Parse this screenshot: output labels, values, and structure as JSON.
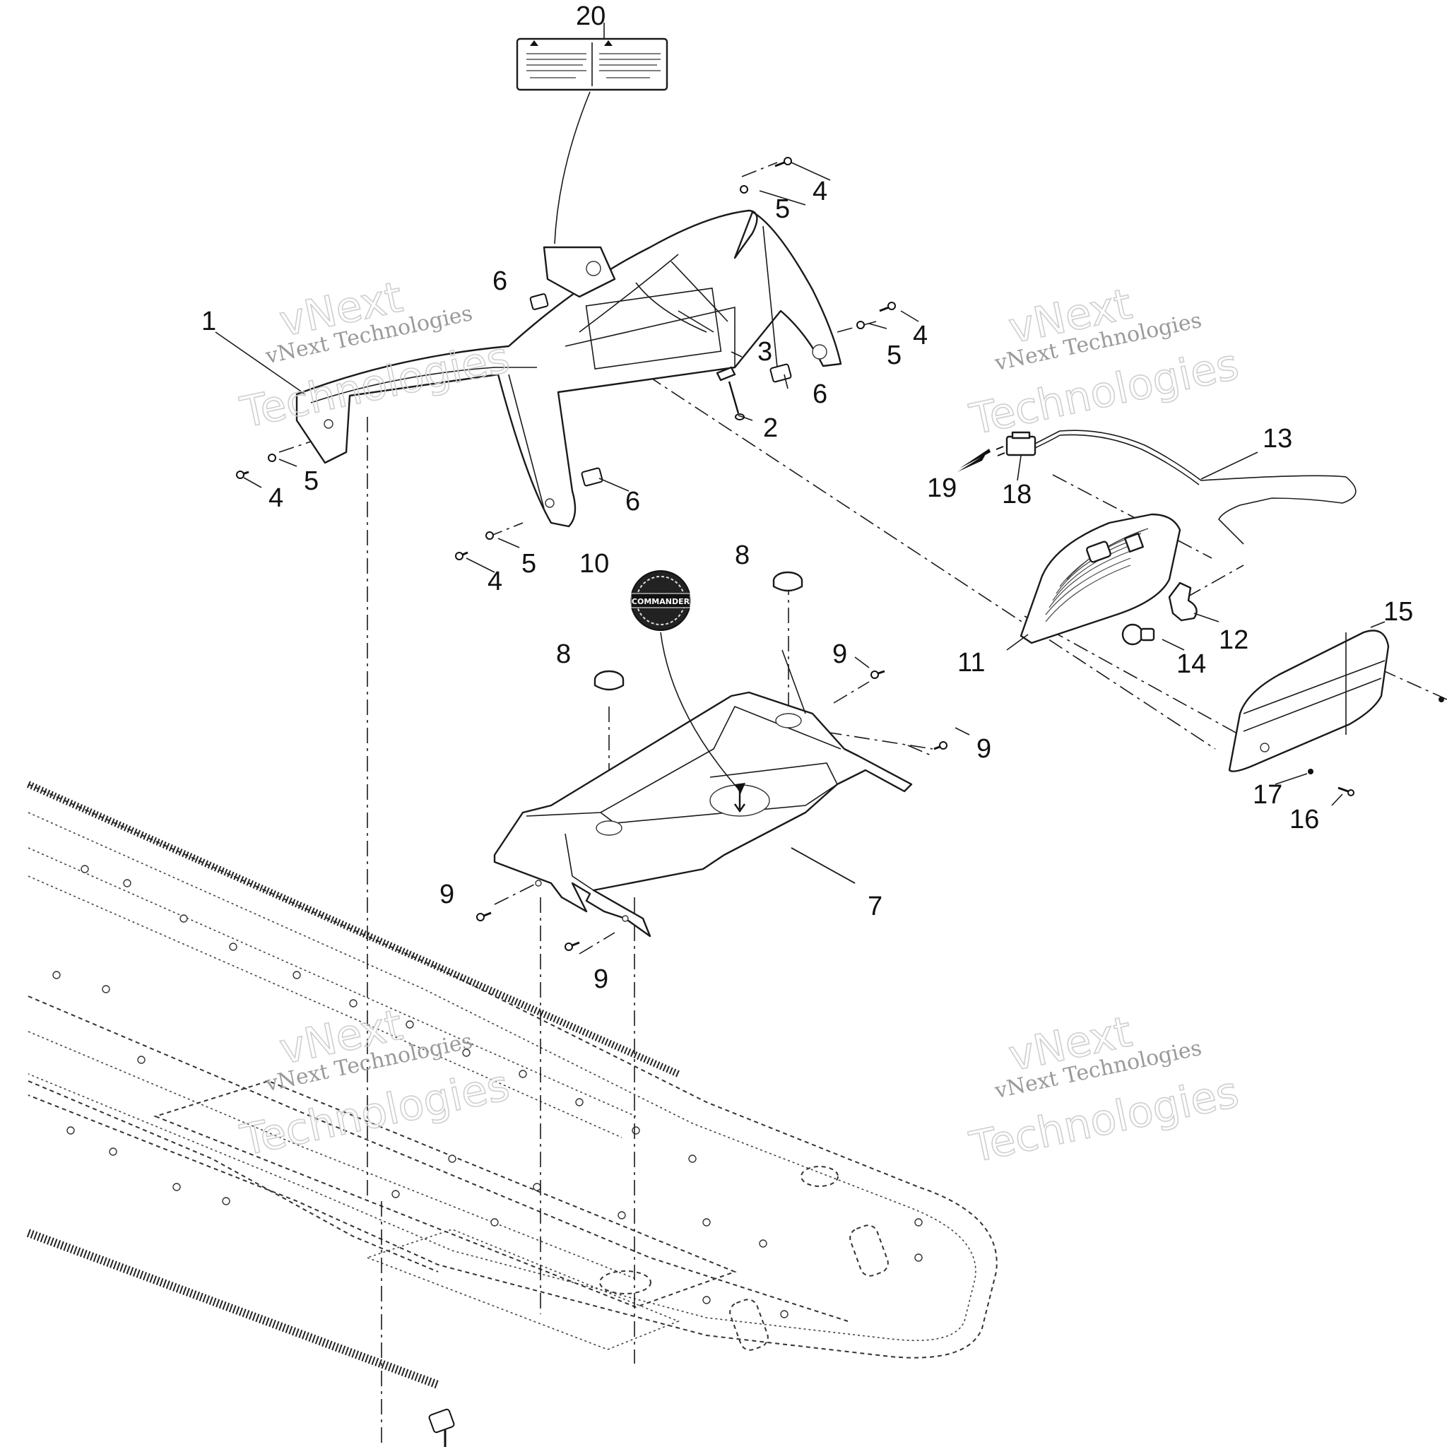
{
  "watermarks": [
    {
      "brand": "vNext",
      "line": "vNext Technologies",
      "word": "Technologies"
    },
    {
      "brand": "vNext",
      "line": "vNext Technologies",
      "word": "Technologies"
    },
    {
      "brand": "vNext",
      "line": "vNext Technologies",
      "word": "Technologies"
    },
    {
      "brand": "vNext",
      "line": "vNext Technologies",
      "word": "Technologies"
    }
  ],
  "callouts": {
    "c1": "1",
    "c2": "2",
    "c3": "3",
    "c4a": "4",
    "c4b": "4",
    "c4c": "4",
    "c4d": "4",
    "c5a": "5",
    "c5b": "5",
    "c5c": "5",
    "c5d": "5",
    "c6a": "6",
    "c6b": "6",
    "c6c": "6",
    "c7": "7",
    "c8a": "8",
    "c8b": "8",
    "c9a": "9",
    "c9b": "9",
    "c9c": "9",
    "c9d": "9",
    "c10": "10",
    "c11": "11",
    "c12": "12",
    "c13": "13",
    "c14": "14",
    "c15": "15",
    "c16": "16",
    "c17": "17",
    "c18": "18",
    "c19": "19",
    "c20": "20"
  },
  "emblem": {
    "text": "COMMANDER"
  }
}
